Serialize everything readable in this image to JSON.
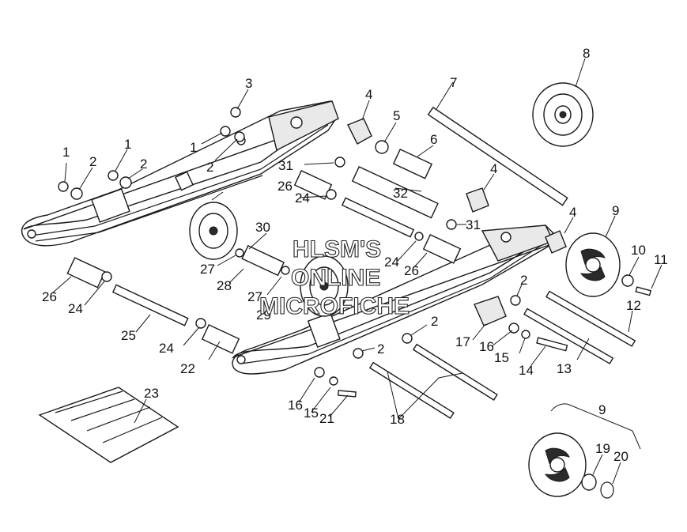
{
  "callouts": [
    {
      "label": "1"
    },
    {
      "label": "1"
    },
    {
      "label": "1"
    },
    {
      "label": "2"
    },
    {
      "label": "2"
    },
    {
      "label": "2"
    },
    {
      "label": "2"
    },
    {
      "label": "2"
    },
    {
      "label": "2"
    },
    {
      "label": "3"
    },
    {
      "label": "4"
    },
    {
      "label": "4"
    },
    {
      "label": "4"
    },
    {
      "label": "5"
    },
    {
      "label": "6"
    },
    {
      "label": "7"
    },
    {
      "label": "8"
    },
    {
      "label": "9"
    },
    {
      "label": "9"
    },
    {
      "label": "10"
    },
    {
      "label": "11"
    },
    {
      "label": "12"
    },
    {
      "label": "13"
    },
    {
      "label": "14"
    },
    {
      "label": "15"
    },
    {
      "label": "15"
    },
    {
      "label": "16"
    },
    {
      "label": "16"
    },
    {
      "label": "17"
    },
    {
      "label": "18"
    },
    {
      "label": "19"
    },
    {
      "label": "20"
    },
    {
      "label": "21"
    },
    {
      "label": "22"
    },
    {
      "label": "23"
    },
    {
      "label": "24"
    },
    {
      "label": "24"
    },
    {
      "label": "24"
    },
    {
      "label": "24"
    },
    {
      "label": "25"
    },
    {
      "label": "26"
    },
    {
      "label": "26"
    },
    {
      "label": "26"
    },
    {
      "label": "27"
    },
    {
      "label": "27"
    },
    {
      "label": "28"
    },
    {
      "label": "29"
    },
    {
      "label": "30"
    },
    {
      "label": "31"
    },
    {
      "label": "31"
    },
    {
      "label": "32"
    }
  ],
  "watermark": {
    "line1": "HLSM'S",
    "line2": "ONLINE",
    "line3": "MICROFICHE"
  }
}
